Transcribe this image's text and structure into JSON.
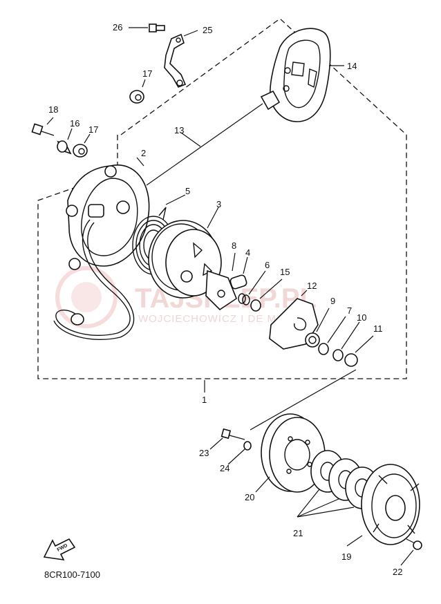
{
  "diagram": {
    "part_code": "8CR100-7100",
    "fwd_label": "FWD",
    "watermark": {
      "brand": "TAJSKLEP.PL",
      "tagline": "WOJCIECHOWICZ I DE MANIA"
    },
    "labels": [
      "26",
      "25",
      "17",
      "14",
      "18",
      "16",
      "17",
      "13",
      "2",
      "5",
      "3",
      "8",
      "4",
      "6",
      "15",
      "12",
      "9",
      "7",
      "10",
      "11",
      "1",
      "23",
      "24",
      "20",
      "21",
      "19",
      "22"
    ]
  }
}
